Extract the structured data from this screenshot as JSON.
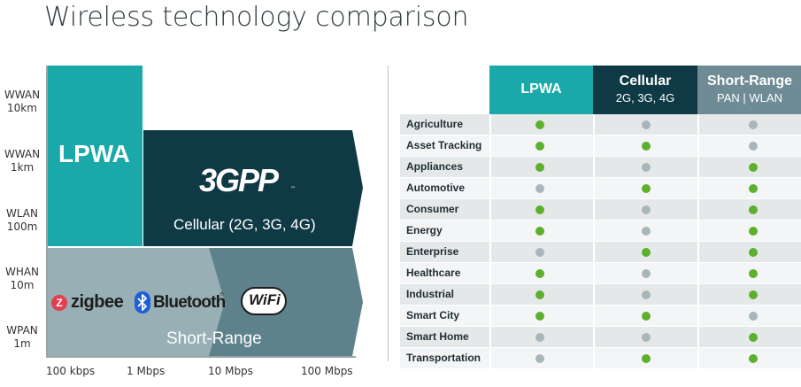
{
  "title": "Wireless technology comparison",
  "diagram": {
    "y_labels": [
      {
        "line1": "WWAN",
        "line2": "10km"
      },
      {
        "line1": "WWAN",
        "line2": "1km"
      },
      {
        "line1": "WLAN",
        "line2": "100m"
      },
      {
        "line1": "WHAN",
        "line2": "10m"
      },
      {
        "line1": "WPAN",
        "line2": "1m"
      }
    ],
    "x_labels": [
      "100 kbps",
      "1 Mbps",
      "10 Mbps",
      "100 Mbps"
    ],
    "lpwa_label": "LPWA",
    "threegpp_logo": "3GPP",
    "cellular_label": "Cellular (2G, 3G, 4G)",
    "short_range_label": "Short-Range",
    "zigbee_label": "zigbee",
    "bluetooth_label": "Bluetooth",
    "wifi_label": "WiFi",
    "colors": {
      "lpwa": "#1aa8a8",
      "cellular": "#0f3a45",
      "short_range": "#98afb5",
      "wifi": "#5e828c"
    }
  },
  "table": {
    "headers": [
      {
        "main": "LPWA",
        "sub": ""
      },
      {
        "main": "Cellular",
        "sub": "2G, 3G, 4G"
      },
      {
        "main": "Short-Range",
        "sub": "PAN | WLAN"
      }
    ],
    "rows": [
      {
        "label": "Agriculture",
        "values": [
          true,
          false,
          false
        ]
      },
      {
        "label": "Asset Tracking",
        "values": [
          true,
          true,
          false
        ]
      },
      {
        "label": "Appliances",
        "values": [
          true,
          false,
          true
        ]
      },
      {
        "label": "Automotive",
        "values": [
          false,
          true,
          true
        ]
      },
      {
        "label": "Consumer",
        "values": [
          true,
          false,
          true
        ]
      },
      {
        "label": "Energy",
        "values": [
          true,
          false,
          true
        ]
      },
      {
        "label": "Enterprise",
        "values": [
          false,
          true,
          true
        ]
      },
      {
        "label": "Healthcare",
        "values": [
          true,
          false,
          true
        ]
      },
      {
        "label": "Industrial",
        "values": [
          true,
          false,
          true
        ]
      },
      {
        "label": "Smart City",
        "values": [
          true,
          true,
          false
        ]
      },
      {
        "label": "Smart Home",
        "values": [
          false,
          false,
          true
        ]
      },
      {
        "label": "Transportation",
        "values": [
          false,
          true,
          true
        ]
      }
    ],
    "colors": {
      "supported": "#5db02c",
      "not_supported": "#a8b6bb"
    }
  }
}
